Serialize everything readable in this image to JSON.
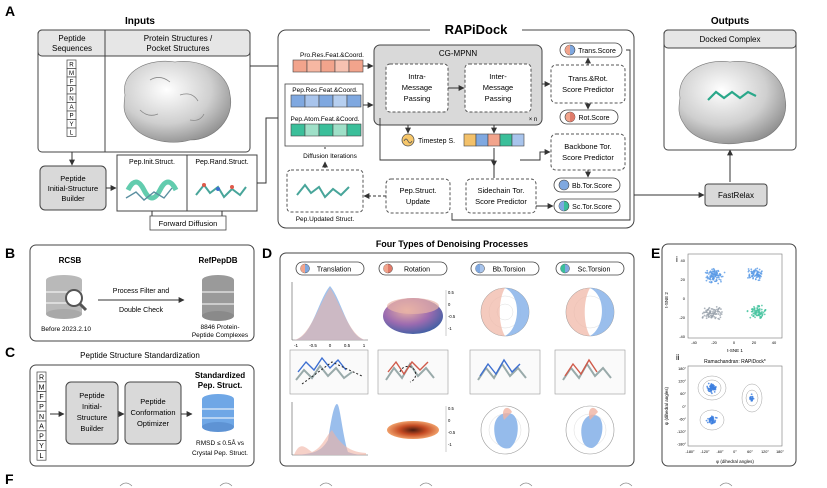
{
  "panels": {
    "a": "A",
    "b": "B",
    "c": "C",
    "d": "D",
    "e": "E",
    "f": "F"
  },
  "inputs": {
    "title": "Inputs",
    "peptide_seq_header": [
      "Peptide",
      "Sequences"
    ],
    "protein_header": [
      "Protein Structures /",
      "Pocket Structures"
    ],
    "sequence": [
      "R",
      "M",
      "F",
      "P",
      "N",
      "A",
      "P",
      "Y",
      "L"
    ],
    "builder": [
      "Peptide",
      "Initial-Structure",
      "Builder"
    ],
    "init_struct": "Pep.Init.Struct.",
    "rand_struct": "Pep.Rand.Struct.",
    "forward_diffusion": "Forward Diffusion"
  },
  "rapidock": {
    "title": "RAPiDock",
    "pro_res_feat": "Pro.Res.Feat.&Coord.",
    "pep_res_feat": "Pep.Res.Feat.&Coord.",
    "pep_atom_feat": "Pep.Atom.Feat.&Coord.",
    "diffusion_iterations": "Diffusion Iterations",
    "cg_mpnn": "CG-MPNN",
    "intra": [
      "Intra-",
      "Message",
      "Passing"
    ],
    "inter": [
      "Inter-",
      "Message",
      "Passing"
    ],
    "times_n": "× n",
    "timestep": "Timestep S.",
    "trans_score": "Trans.Score",
    "rot_score": "Rot.Score",
    "trans_rot_predictor": [
      "Trans.&Rot.",
      "Score Predictor"
    ],
    "backbone_predictor": [
      "Backbone Tor.",
      "Score Predictor"
    ],
    "bb_tor_score": "Bb.Tor.Score",
    "sc_tor_score": "Sc.Tor.Score",
    "sidechain_predictor": [
      "Sidechain Tor.",
      "Score Predictor"
    ],
    "pep_update": [
      "Pep.Struct.",
      "Update"
    ],
    "pep_updated": "Pep.Updated Struct."
  },
  "outputs": {
    "title": "Outputs",
    "docked": "Docked Complex",
    "fastrelax": "FastRelax"
  },
  "panel_b": {
    "rcsb": "RCSB",
    "refpepdb": "RefPepDB",
    "process": [
      "Process Filter and",
      "Double Check"
    ],
    "before": "Before 2023.2.10",
    "complexes": [
      "8846 Protein-",
      "Peptide Complexes"
    ]
  },
  "panel_c": {
    "title": "Peptide Structure Standardization",
    "sequence": [
      "R",
      "M",
      "F",
      "P",
      "N",
      "A",
      "P",
      "Y",
      "L"
    ],
    "builder": [
      "Peptide",
      "Initial-",
      "Structure",
      "Builder"
    ],
    "optimizer": [
      "Peptide",
      "Conformation",
      "Optimizer"
    ],
    "standardized": [
      "Standardized",
      "Pep. Struct."
    ],
    "rmsd": [
      "RMSD ≤ 0.5Å vs",
      "Crystal Pep. Struct."
    ]
  },
  "panel_d": {
    "title": "Four Types of Denoising Processes",
    "types": [
      "Translation",
      "Rotation",
      "Bb.Torsion",
      "Sc.Torsion"
    ],
    "density_ticks": [
      "-1",
      "-0.5",
      "0",
      "0.5",
      "1"
    ],
    "sphere_ticks": [
      "0.5",
      "0",
      "-0.5",
      "-1"
    ]
  },
  "panel_e": {
    "sub_i": "i",
    "sub_ii": "ii",
    "tsne_x_ticks": [
      "-40",
      "-20",
      "0",
      "20",
      "40"
    ],
    "tsne_y_ticks": [
      "40",
      "20",
      "0",
      "-20",
      "-40"
    ],
    "tsne_xlabel": "t-SNE 1",
    "tsne_ylabel": "t-SNE 2",
    "rama_title": "Ramachandran: RAPiDock*",
    "rama_x_ticks": [
      "-180°",
      "-120°",
      "-60°",
      "0°",
      "60°",
      "120°",
      "180°"
    ],
    "rama_y_ticks": [
      "180°",
      "120°",
      "60°",
      "0°",
      "-60°",
      "-120°",
      "-180°"
    ],
    "rama_xlabel": "φ (dihedral angles)",
    "rama_ylabel": "ψ (dihedral angles)"
  },
  "colors": {
    "salmon": "#f2a48c",
    "blue": "#7fa8e0",
    "teal": "#3bbf9a",
    "lightteal": "#9fe0c8",
    "orange": "#f3c16a",
    "panelgray": "#e4e4e4",
    "border": "#444444",
    "densblue": "#8fb7ea",
    "denspink": "#f0b3a3"
  }
}
